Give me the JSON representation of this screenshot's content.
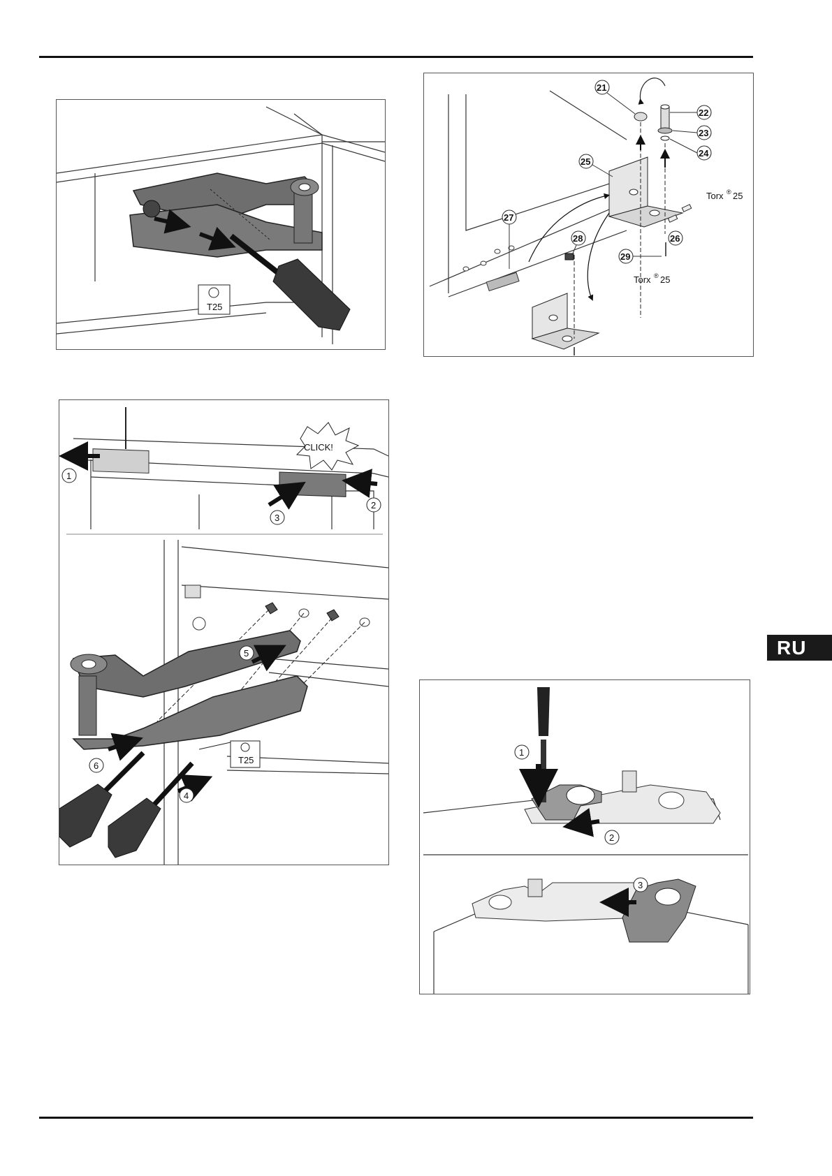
{
  "language_tab": "RU",
  "figure_top_left": {
    "tool_label": "T25",
    "icons": [
      "torx-icon",
      "screwdriver-icon",
      "hinge-icon"
    ]
  },
  "figure_top_right": {
    "callouts": [
      "21",
      "22",
      "23",
      "24",
      "25",
      "26",
      "27",
      "28",
      "29"
    ],
    "torx_label_upper": "Torx",
    "torx_size_upper": "25",
    "torx_label_lower": "Torx",
    "torx_size_lower": "25",
    "registered_mark": "®"
  },
  "figure_left_steps": {
    "click_label": "CLICK!",
    "steps": [
      "1",
      "2",
      "3",
      "4",
      "5",
      "6"
    ],
    "tool_label": "T25"
  },
  "figure_bottom_right": {
    "steps": [
      "1",
      "2",
      "3"
    ]
  }
}
